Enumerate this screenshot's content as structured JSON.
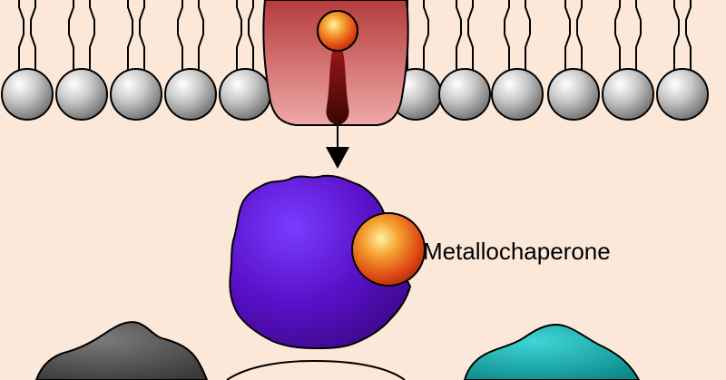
{
  "diagram": {
    "labels": {
      "metallochaperone": "Metallochaperone"
    },
    "components": [
      {
        "name": "lipid-bilayer",
        "color": "#bdbdbd"
      },
      {
        "name": "membrane-transporter",
        "color": "#d87373"
      },
      {
        "name": "metal-ion",
        "color": "#e8491b"
      },
      {
        "name": "metallochaperone-protein",
        "color": "#5a10c8"
      },
      {
        "name": "gray-protein",
        "color": "#4a4a4a"
      },
      {
        "name": "teal-protein",
        "color": "#14a6a6"
      }
    ],
    "colors": {
      "background": "#fce8d8"
    }
  }
}
